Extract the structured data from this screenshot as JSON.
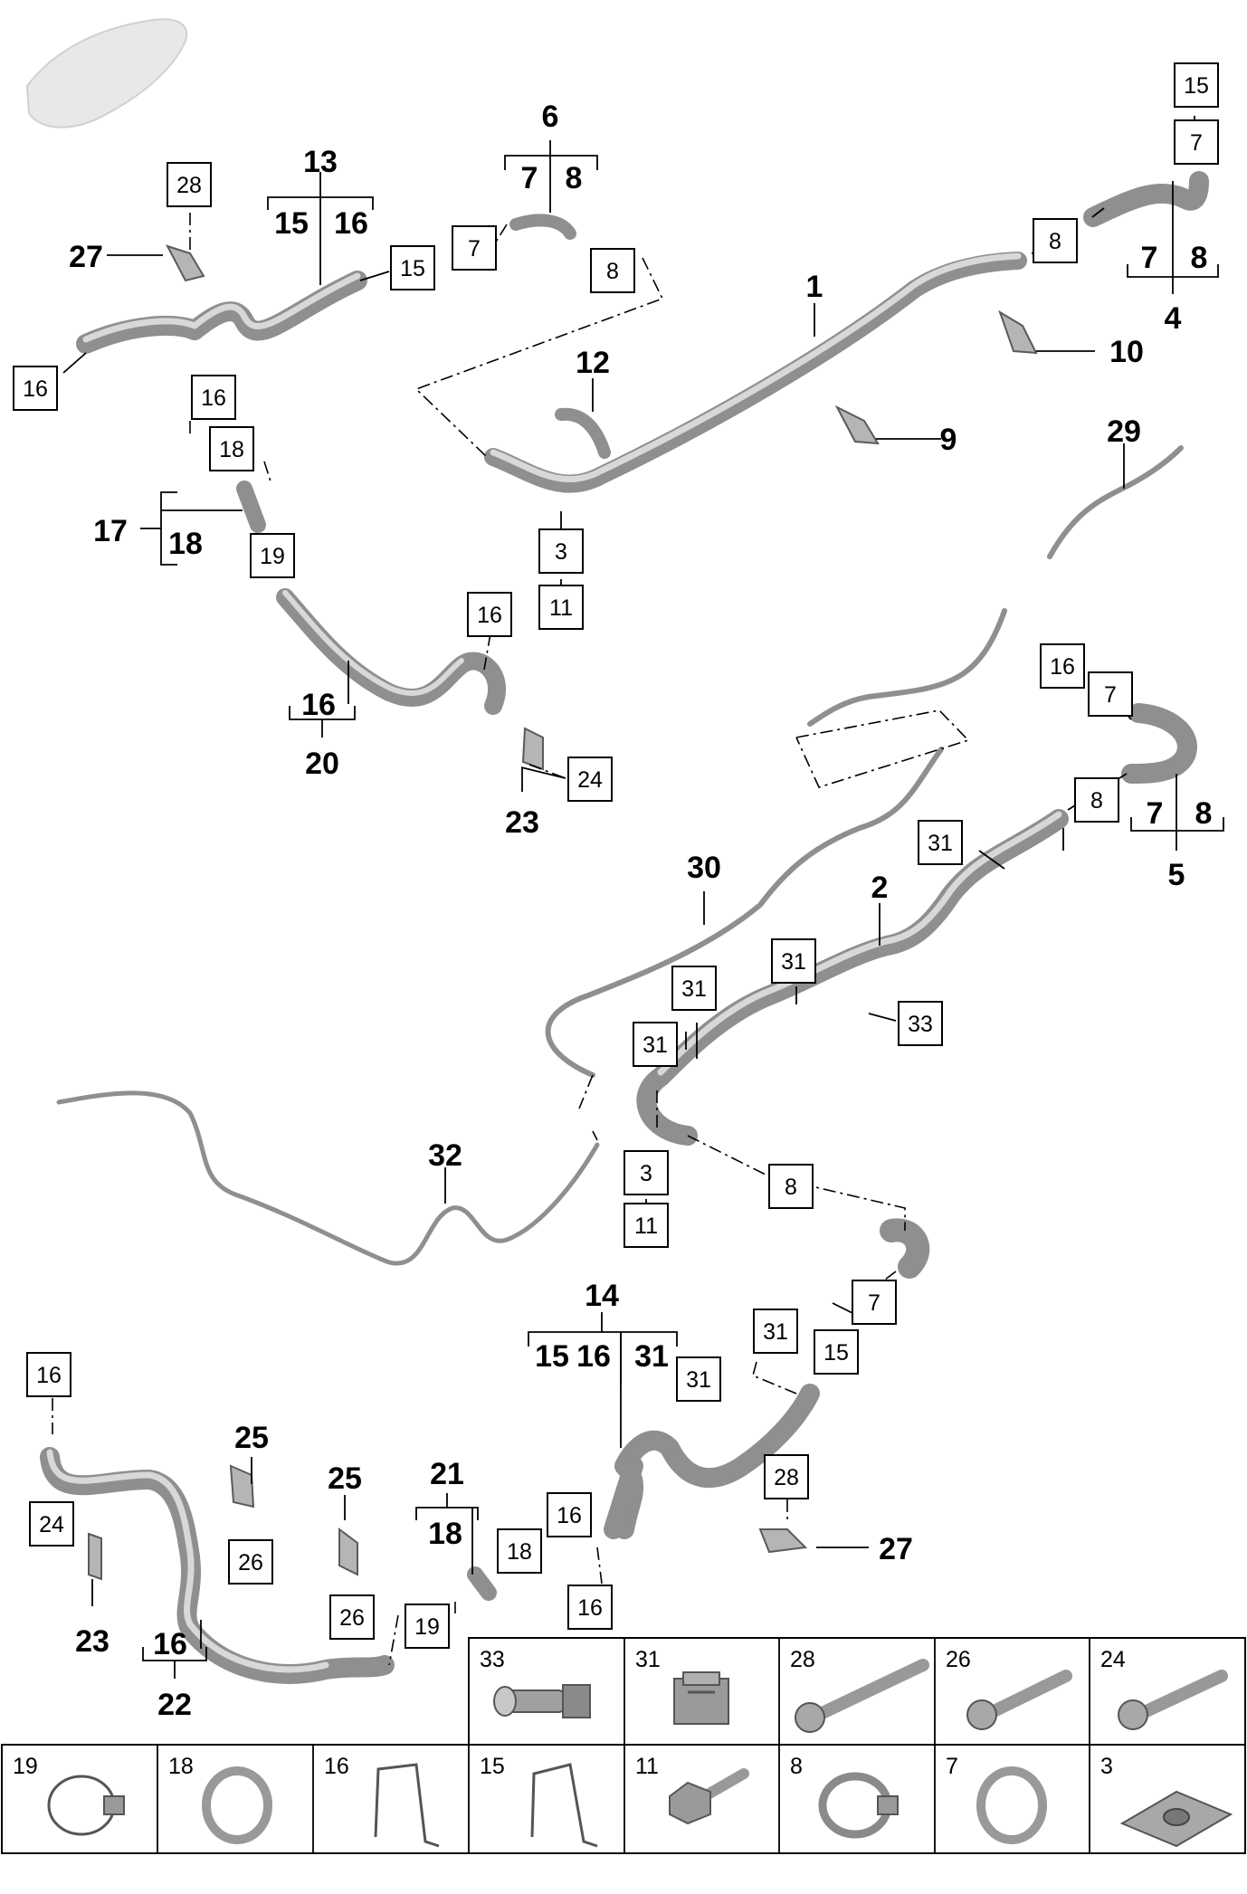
{
  "labels": {
    "l1": "1",
    "l2": "2",
    "l4": "4",
    "l5": "5",
    "l6": "6",
    "l9": "9",
    "l10": "10",
    "l12": "12",
    "l13": "13",
    "l14": "14",
    "l17": "17",
    "l20": "20",
    "l21": "21",
    "l22": "22",
    "l23a": "23",
    "l23b": "23",
    "l25a": "25",
    "l25b": "25",
    "l27a": "27",
    "l27b": "27",
    "l29": "29",
    "l30": "30",
    "l32": "32",
    "s13_15": "15",
    "s13_16": "16",
    "s6_7": "7",
    "s6_8": "8",
    "s4_7": "7",
    "s4_8": "8",
    "s5_7": "7",
    "s5_8": "8",
    "s17_18": "18",
    "s20_16": "16",
    "s22_16": "16",
    "s21_18": "18",
    "s14_15": "15",
    "s14_16": "16",
    "s14_31": "31"
  },
  "boxes": {
    "b28a": "28",
    "b16a": "16",
    "b16b": "16",
    "b18a": "18",
    "b19a": "19",
    "b15a": "15",
    "b7a": "7",
    "b8a": "8",
    "b3a": "3",
    "b11a": "11",
    "b16c": "16",
    "b24a": "24",
    "b15b": "15",
    "b7b": "7",
    "b8b": "8",
    "b16d": "16",
    "b7c": "7",
    "b8c": "8",
    "b31a": "31",
    "b31b": "31",
    "b31c": "31",
    "b31d": "31",
    "b33a": "33",
    "b3b": "3",
    "b11b": "11",
    "b8d": "8",
    "b7d": "7",
    "b31e": "31",
    "b15c": "15",
    "b31f": "31",
    "b28b": "28",
    "b16e": "16",
    "b16f": "16",
    "b18b": "18",
    "b19b": "19",
    "b16g": "16",
    "b24b": "24",
    "b26a": "26",
    "b26b": "26"
  },
  "legend": {
    "row1": [
      "33",
      "31",
      "28",
      "26",
      "24"
    ],
    "row2": [
      "19",
      "18",
      "16",
      "15",
      "11",
      "8",
      "7",
      "3"
    ]
  },
  "icons": {
    "car": "car-silhouette-icon",
    "r1": [
      "sensor-icon",
      "clip-icon",
      "bolt-long-icon",
      "bolt-icon",
      "bolt-icon"
    ],
    "r2": [
      "hose-clamp-icon",
      "o-ring-icon",
      "spring-clip-icon",
      "spring-clip-icon",
      "screw-icon",
      "hose-clamp-icon",
      "o-ring-icon",
      "nut-clip-icon"
    ]
  }
}
